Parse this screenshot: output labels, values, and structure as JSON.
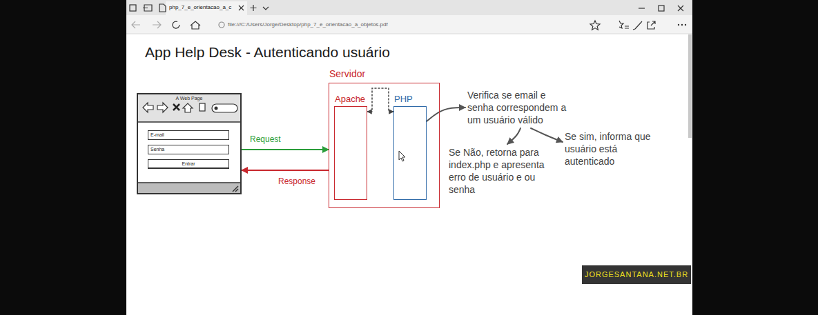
{
  "diagram": {
    "title": "App Help Desk - Autenticando usuário",
    "nodes": [
      {
        "text": [
          "A Web Page"
        ]
      },
      {
        "text": [
          "E-mail"
        ],
        "in": 0
      },
      {
        "text": [
          "Senha"
        ],
        "in": 0
      },
      {
        "text": [
          "Entrar"
        ],
        "in": 0
      },
      {
        "text": [
          "Servidor"
        ]
      },
      {
        "text": [
          "Apache"
        ],
        "in": 4
      },
      {
        "text": [
          "PHP"
        ],
        "in": 4
      },
      {
        "text": [
          "Verifica se email e senha correspondem a um usuário válido"
        ]
      },
      {
        "text": [
          "Se Não, retorna para index.php e apresenta erro de usuário e ou senha"
        ]
      },
      {
        "text": [
          "Se sim, informa que usuário está autenticado"
        ]
      }
    ],
    "edges": [
      {
        "from": 0,
        "to": 4,
        "arrow": "to",
        "label": "Request"
      },
      {
        "from": 4,
        "to": 0,
        "arrow": "to",
        "label": "Response"
      },
      {
        "from": 5,
        "to": 6,
        "arrow": "both"
      },
      {
        "from": 6,
        "to": 7,
        "arrow": "to"
      },
      {
        "from": 7,
        "to": 8,
        "arrow": "to"
      },
      {
        "from": 7,
        "to": 9,
        "arrow": "to"
      }
    ],
    "labels": [
      "php_7_e_orientacao_a_c",
      "file:///C:/Users/Jorge/Desktop/php_7_e_orientacao_a_objetos.pdf",
      "JORGESANTANA.NET.BR"
    ]
  }
}
